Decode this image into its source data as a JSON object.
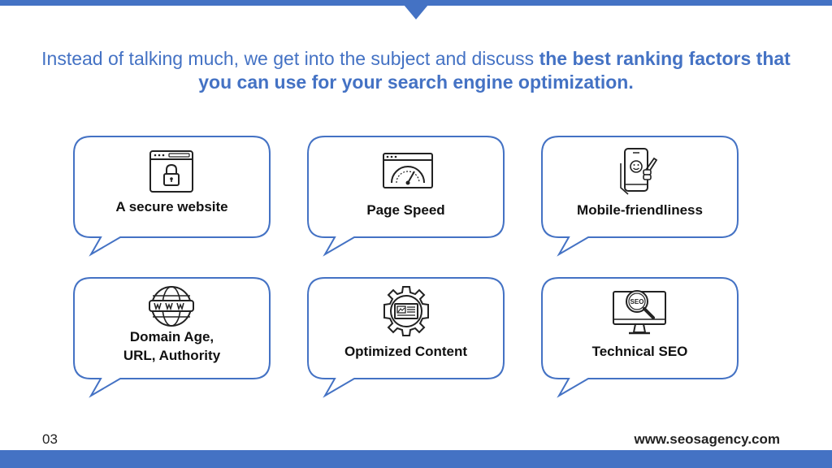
{
  "heading": {
    "normal": "Instead of talking much, we get into the subject and discuss ",
    "bold": "the best ranking factors that you can use for your search engine optimization."
  },
  "cards": [
    {
      "label": "A secure website",
      "icon": "browser-lock-icon"
    },
    {
      "label": "Page Speed",
      "icon": "speedometer-icon"
    },
    {
      "label": "Mobile-friendliness",
      "icon": "mobile-phone-icon"
    },
    {
      "label_line1": "Domain Age,",
      "label_line2": "URL, Authority",
      "icon": "globe-www-icon"
    },
    {
      "label": "Optimized Content",
      "icon": "gear-content-icon"
    },
    {
      "label": "Technical SEO",
      "icon": "monitor-seo-icon"
    }
  ],
  "seo_icon_text": "SEO",
  "footer": {
    "page_number": "03",
    "website": "www.seosagency.com"
  },
  "colors": {
    "accent": "#4472c4",
    "text": "#111111"
  }
}
